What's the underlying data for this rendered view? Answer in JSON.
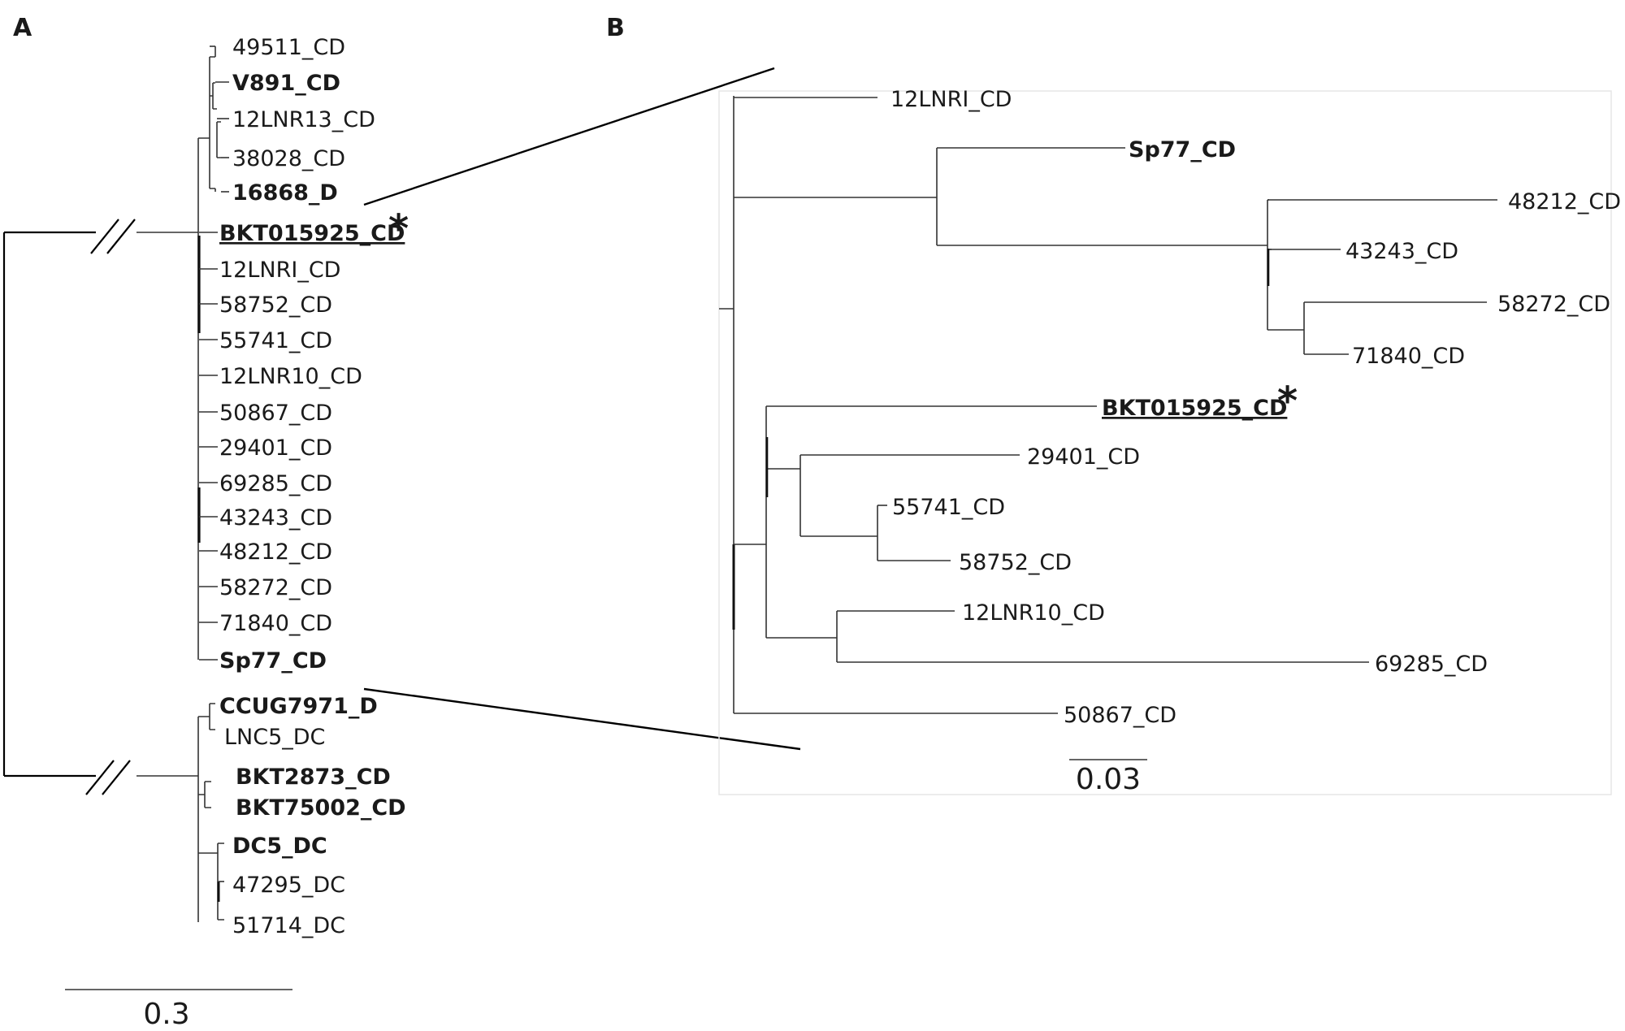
{
  "panels": {
    "a": "A",
    "b": "B"
  },
  "tree_a": {
    "asterisk": "*",
    "scale_label": "0.3",
    "upper_clade": [
      {
        "label": "49511_CD",
        "bold": false
      },
      {
        "label": "V891_CD",
        "bold": true
      },
      {
        "label": "12LNR13_CD",
        "bold": false
      },
      {
        "label": "38028_CD",
        "bold": false
      },
      {
        "label": "16868_D",
        "bold": true
      },
      {
        "label": "BKT015925_CD",
        "bold": true,
        "underline": true
      },
      {
        "label": "12LNRI_CD",
        "bold": false
      },
      {
        "label": "58752_CD",
        "bold": false
      },
      {
        "label": "55741_CD",
        "bold": false
      },
      {
        "label": "12LNR10_CD",
        "bold": false
      },
      {
        "label": "50867_CD",
        "bold": false
      },
      {
        "label": "29401_CD",
        "bold": false
      },
      {
        "label": "69285_CD",
        "bold": false
      },
      {
        "label": "43243_CD",
        "bold": false
      },
      {
        "label": "48212_CD",
        "bold": false
      },
      {
        "label": "58272_CD",
        "bold": false
      },
      {
        "label": "71840_CD",
        "bold": false
      },
      {
        "label": "Sp77_CD",
        "bold": true
      }
    ],
    "lower_clade": [
      {
        "label": "CCUG7971_D",
        "bold": true
      },
      {
        "label": "LNC5_DC",
        "bold": false
      },
      {
        "label": "BKT2873_CD",
        "bold": true
      },
      {
        "label": "BKT75002_CD",
        "bold": true
      },
      {
        "label": "DC5_DC",
        "bold": true
      },
      {
        "label": "47295_DC",
        "bold": false
      },
      {
        "label": "51714_DC",
        "bold": false
      }
    ]
  },
  "tree_b": {
    "asterisk": "*",
    "scale_label": "0.03",
    "leaves": [
      {
        "label": "12LNRI_CD",
        "bold": false
      },
      {
        "label": "Sp77_CD",
        "bold": true
      },
      {
        "label": "48212_CD",
        "bold": false
      },
      {
        "label": "43243_CD",
        "bold": false
      },
      {
        "label": "58272_CD",
        "bold": false
      },
      {
        "label": "71840_CD",
        "bold": false
      },
      {
        "label": "BKT015925_CD",
        "bold": true,
        "underline": true
      },
      {
        "label": "29401_CD",
        "bold": false
      },
      {
        "label": "55741_CD",
        "bold": false
      },
      {
        "label": "58752_CD",
        "bold": false
      },
      {
        "label": "12LNR10_CD",
        "bold": false
      },
      {
        "label": "69285_CD",
        "bold": false
      },
      {
        "label": "50867_CD",
        "bold": false
      }
    ]
  }
}
